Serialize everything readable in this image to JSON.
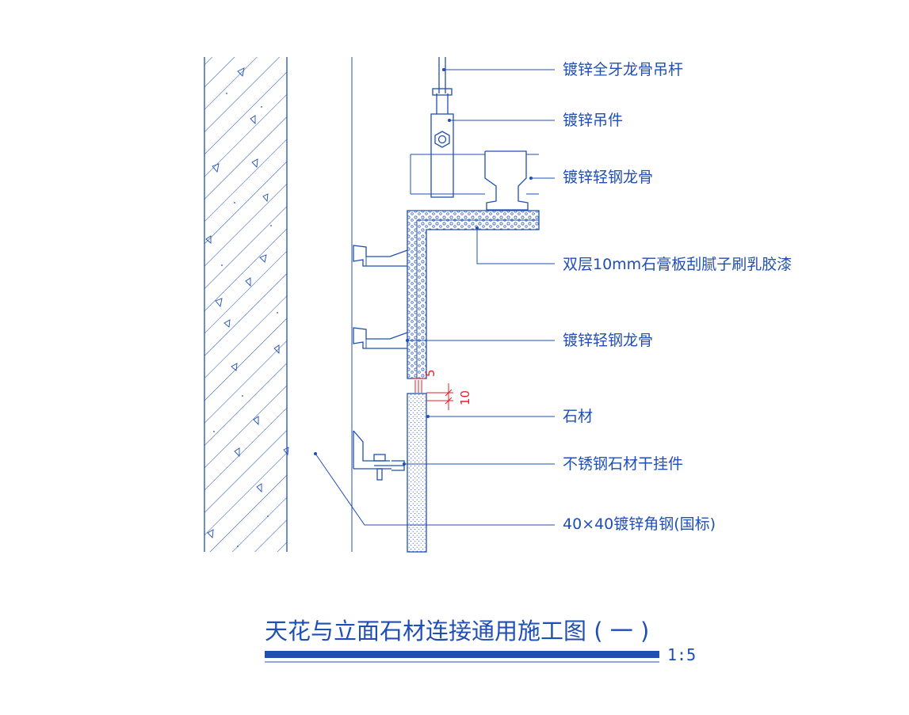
{
  "colors": {
    "line": "#1f4fb3",
    "dimension": "#e0202a",
    "background": "#ffffff"
  },
  "labels": {
    "hanger_rod": "镀锌全牙龙骨吊杆",
    "hanger": "镀锌吊件",
    "main_keel": "镀锌轻钢龙骨",
    "gypsum": "双层10mm石膏板刮腻子刷乳胶漆",
    "side_keel": "镀锌轻钢龙骨",
    "stone": "石材",
    "pendant": "不锈钢石材干挂件",
    "angle_steel": "40×40镀锌角钢(国标)"
  },
  "dimensions": {
    "gap": "5",
    "offset": "10"
  },
  "title": {
    "text": "天花与立面石材连接通用施工图 ( 一 )",
    "scale": "1:5"
  }
}
